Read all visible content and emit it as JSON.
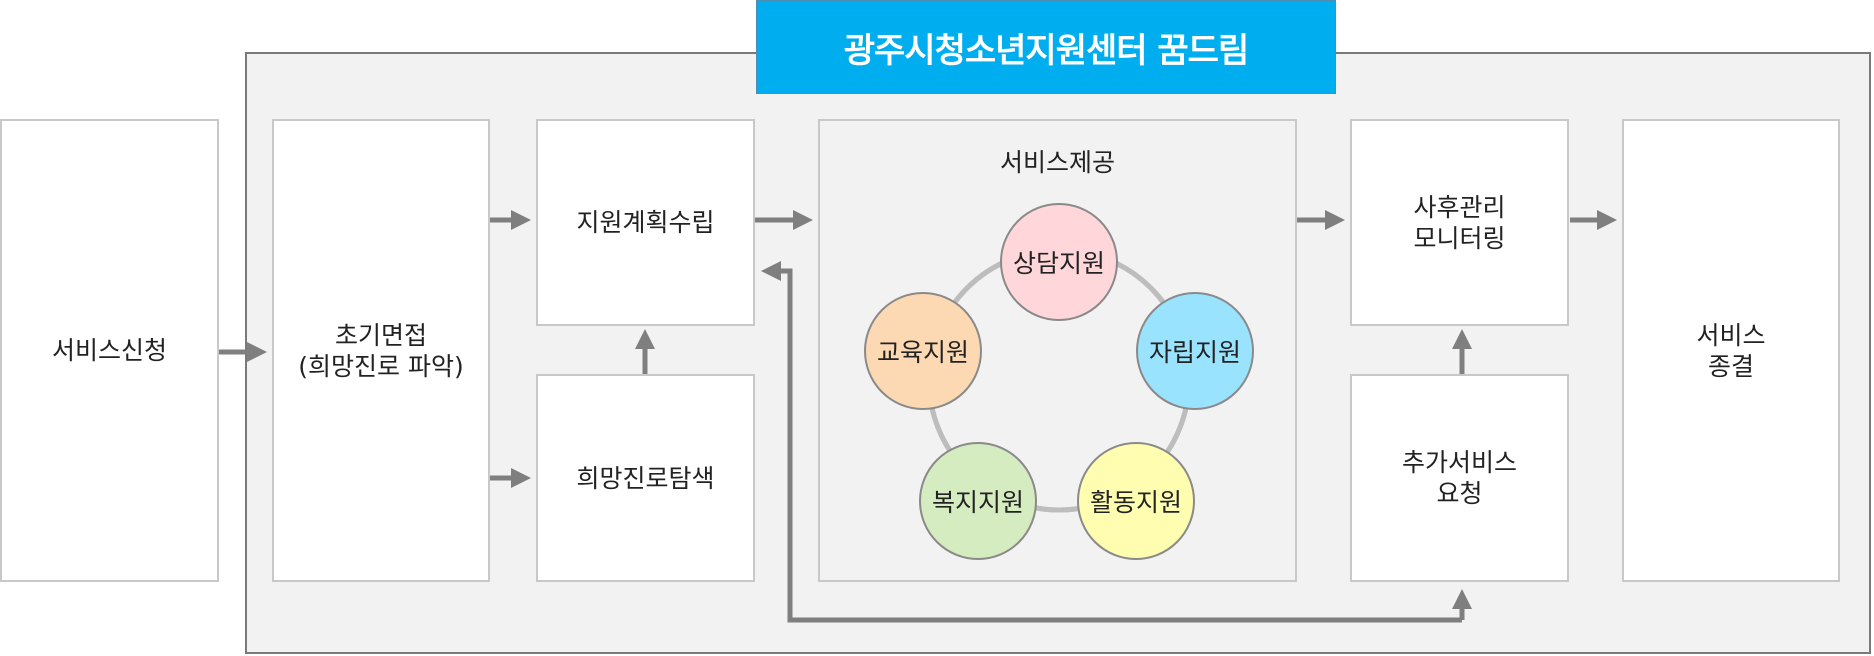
{
  "header": {
    "title": "광주시청소년지원센터 꿈드림"
  },
  "nodes": {
    "apply": "서비스신청",
    "interview_l1": "초기면접",
    "interview_l2": "(희망진로 파악)",
    "plan": "지원계획수립",
    "explore": "희망진로탐색",
    "service": "서비스제공",
    "aftercare_l1": "사후관리",
    "aftercare_l2": "모니터링",
    "additional_l1": "추가서비스",
    "additional_l2": "요청",
    "end_l1": "서비스",
    "end_l2": "종결"
  },
  "supports": [
    {
      "label": "상담지원",
      "color": "#ffd6d9"
    },
    {
      "label": "자립지원",
      "color": "#99e3ff"
    },
    {
      "label": "활동지원",
      "color": "#fefdb0"
    },
    {
      "label": "복지지원",
      "color": "#d5ebc0"
    },
    {
      "label": "교육지원",
      "color": "#fdd9b3"
    }
  ],
  "colors": {
    "accent": "#00aeef",
    "arrow": "#7f7f7f",
    "frame_bg": "#f2f2f2"
  }
}
